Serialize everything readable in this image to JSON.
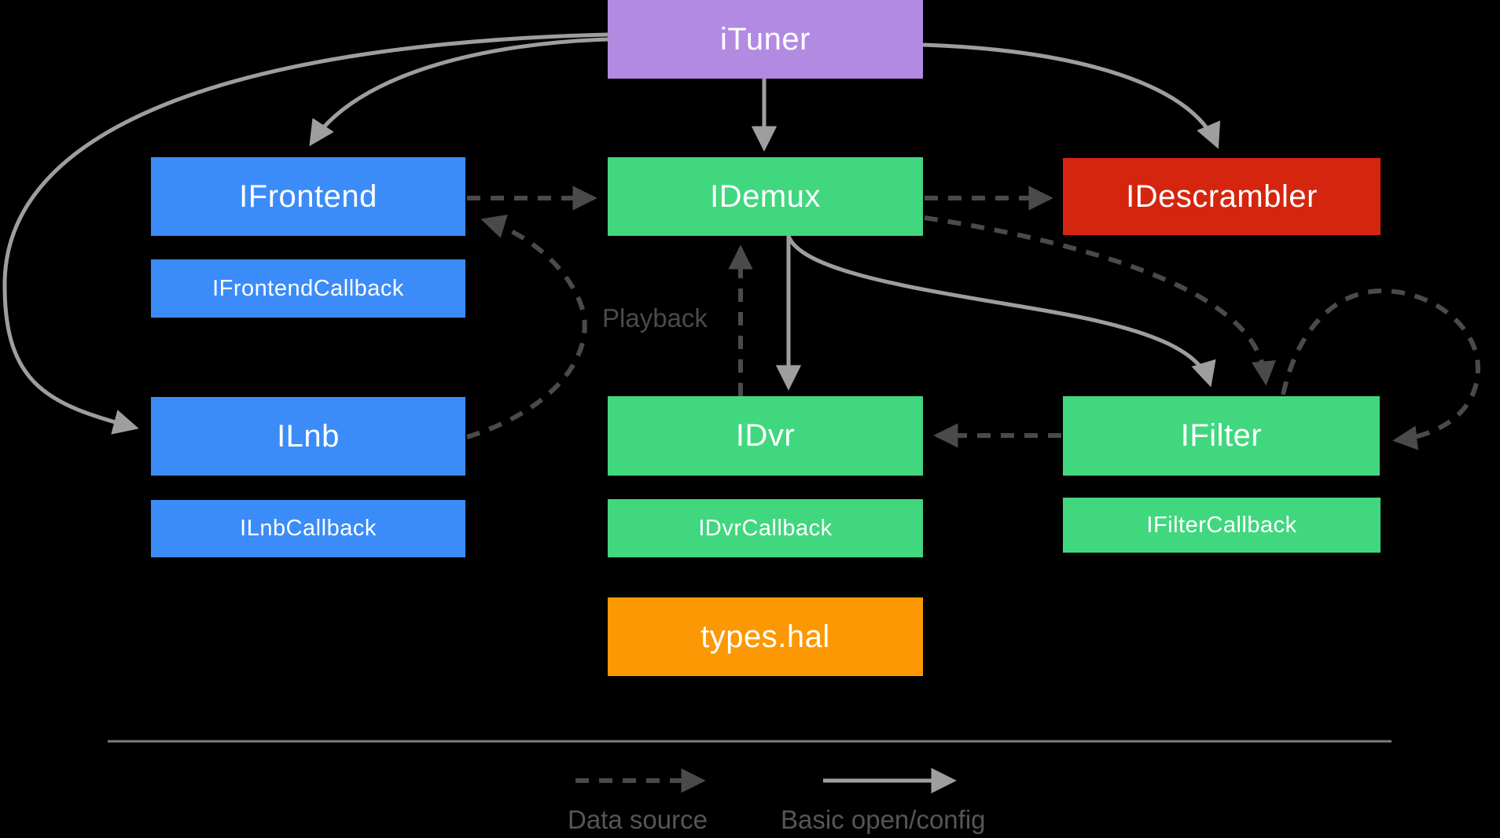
{
  "diagram": {
    "title_context": "Tuner HAL interface diagram",
    "nodes": {
      "ituner": {
        "label": "iTuner",
        "color": "#b28ae2"
      },
      "ifrontend": {
        "label": "IFrontend",
        "color": "#3b8cf8"
      },
      "ifrontend_callback": {
        "label": "IFrontendCallback",
        "color": "#3b8cf8"
      },
      "ilnb": {
        "label": "ILnb",
        "color": "#3b8cf8"
      },
      "ilnb_callback": {
        "label": "ILnbCallback",
        "color": "#3b8cf8"
      },
      "idemux": {
        "label": "IDemux",
        "color": "#41d77f"
      },
      "idvr": {
        "label": "IDvr",
        "color": "#41d77f"
      },
      "idvr_callback": {
        "label": "IDvrCallback",
        "color": "#41d77f"
      },
      "types_hal": {
        "label": "types.hal",
        "color": "#fb9803"
      },
      "idescrambler": {
        "label": "IDescrambler",
        "color": "#d6250e"
      },
      "ifilter": {
        "label": "IFilter",
        "color": "#41d77f"
      },
      "ifilter_callback": {
        "label": "IFilterCallback",
        "color": "#41d77f"
      }
    },
    "edge_labels": {
      "playback": "Playback"
    },
    "edges": [
      {
        "from": "ituner",
        "to": "ifrontend",
        "type": "basic_open_config"
      },
      {
        "from": "ituner",
        "to": "idemux",
        "type": "basic_open_config"
      },
      {
        "from": "ituner",
        "to": "idescrambler",
        "type": "basic_open_config"
      },
      {
        "from": "ituner",
        "to": "ilnb",
        "type": "basic_open_config"
      },
      {
        "from": "idemux",
        "to": "idvr",
        "type": "basic_open_config"
      },
      {
        "from": "idemux",
        "to": "ifilter",
        "type": "basic_open_config"
      },
      {
        "from": "ifrontend",
        "to": "idemux",
        "type": "data_source"
      },
      {
        "from": "idemux",
        "to": "idescrambler",
        "type": "data_source"
      },
      {
        "from": "ilnb",
        "to": "ifrontend",
        "type": "data_source"
      },
      {
        "from": "idvr",
        "to": "idemux",
        "type": "data_source",
        "label": "Playback"
      },
      {
        "from": "idemux",
        "to": "ifilter",
        "type": "data_source"
      },
      {
        "from": "ifilter",
        "to": "ifilter",
        "type": "data_source"
      },
      {
        "from": "ifilter",
        "to": "idvr",
        "type": "data_source"
      }
    ],
    "legend": {
      "data_source_label": "Data source",
      "basic_open_config_label": "Basic open/config"
    },
    "colors": {
      "background": "#000000",
      "purple": "#b28ae2",
      "blue": "#3b8cf8",
      "green": "#41d77f",
      "red": "#d6250e",
      "orange": "#fb9803",
      "solid_arrow": "#9e9e9e",
      "dashed_arrow": "#4a4a4a",
      "separator_line": "#7e7e7e",
      "muted_text": "#565656",
      "node_text": "#ffffff"
    }
  }
}
